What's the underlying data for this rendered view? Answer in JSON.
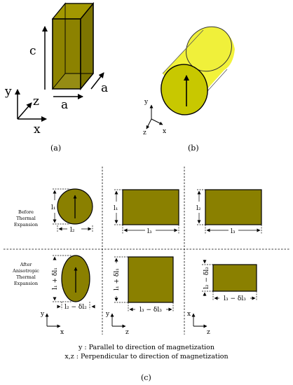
{
  "panel_a": {
    "label_c": "c",
    "label_a_side": "a",
    "label_a_bottom": "a",
    "axis_y": "y",
    "axis_z": "z",
    "axis_x": "x",
    "caption": "(a)"
  },
  "panel_b": {
    "axis_y": "y",
    "axis_z": "z",
    "axis_x": "x",
    "caption": "(b)"
  },
  "panel_c": {
    "row_before": [
      "Before",
      "Thermal",
      "Expansion"
    ],
    "row_after": [
      "After",
      "Anisotropic",
      "Thermal",
      "Expansion"
    ],
    "before": {
      "circle_height": "l₁",
      "circle_width": "l₂",
      "rect1_height": "l₁",
      "rect1_width": "l₃",
      "rect2_height": "l₂",
      "rect2_width": "l₃"
    },
    "after": {
      "ellipse_height": "l₁ + δl₁",
      "ellipse_width": "l₂ − δl₂",
      "rect1_height": "l₁ + δl₁",
      "rect1_width": "l₃ − δl₃",
      "rect2_height": "l₂ − δl₂",
      "rect2_width": "l₃ − δl₃"
    },
    "axes": {
      "a1_v": "y",
      "a1_h": "x",
      "a2_v": "y",
      "a2_h": "z",
      "a3_v": "x",
      "a3_h": "z"
    },
    "legend_line1": "y : Parallel to direction of magnetization",
    "legend_line2": "x,z : Perpendicular to direction of magnetization",
    "caption": "(c)"
  },
  "colors": {
    "olive": "#8a8000",
    "olive_light": "#a79b05",
    "cylinder": "#f2f23a",
    "cylinder_face": "#c8c800"
  }
}
